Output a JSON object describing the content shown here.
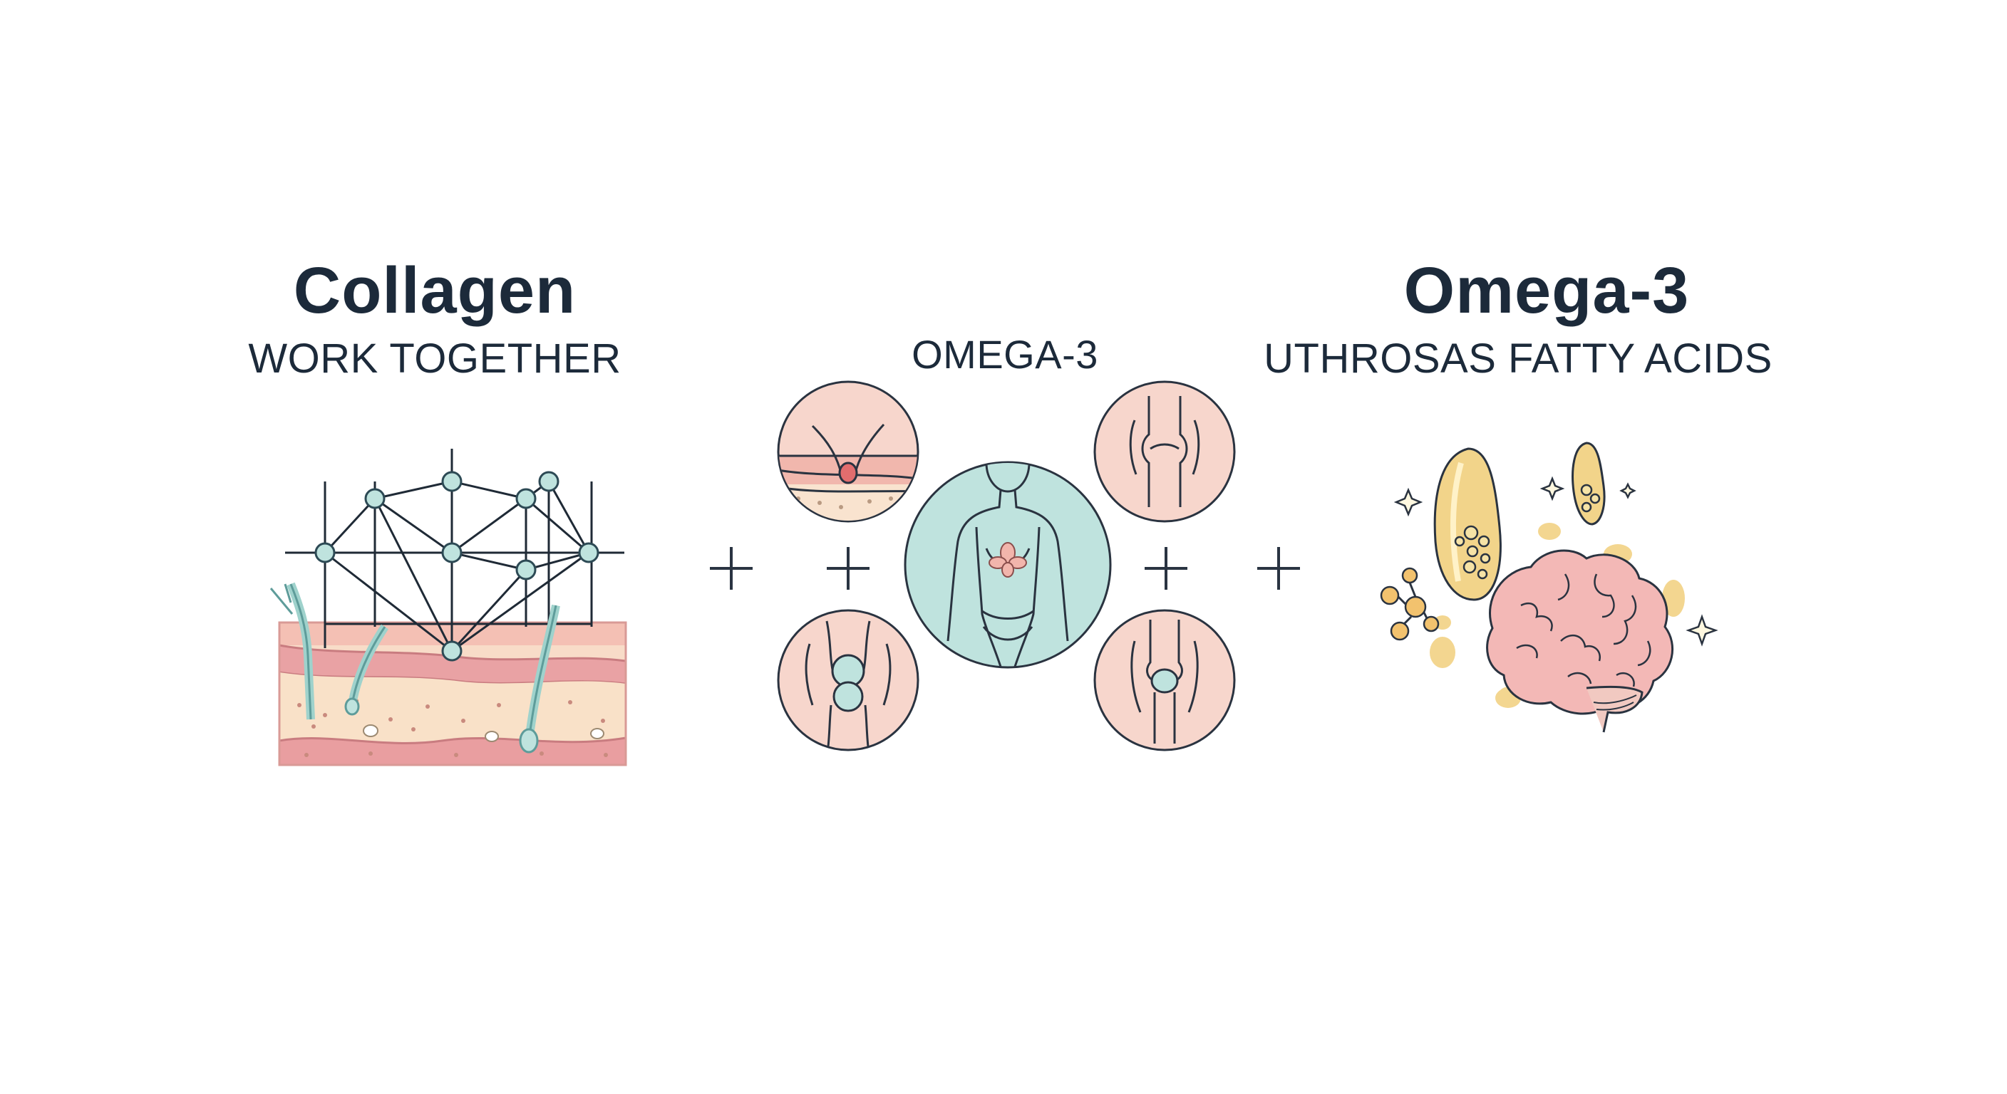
{
  "collagen": {
    "title": "Collagen",
    "subtitle": "WORK TOGETHER"
  },
  "center": {
    "label": "OMEGA-3"
  },
  "omega": {
    "title": "Omega-3",
    "subtitle": "UTHROSAS FATTY ACIDS"
  },
  "colors": {
    "text": "#1c2a3a",
    "skin_pink": "#e8a3a6",
    "skin_light": "#f7d9c4",
    "teal": "#bfe0dc",
    "peach_circle": "#f6d6cc",
    "gold": "#f2d58a",
    "brain_pink": "#f2b7b5"
  },
  "icons": [
    "collagen-network-icon",
    "skin-layer-icon",
    "body-figure-icon",
    "joint-icon",
    "brain-icon",
    "fish-oil-capsule-icon",
    "sparkle-icon",
    "plus-icon"
  ]
}
